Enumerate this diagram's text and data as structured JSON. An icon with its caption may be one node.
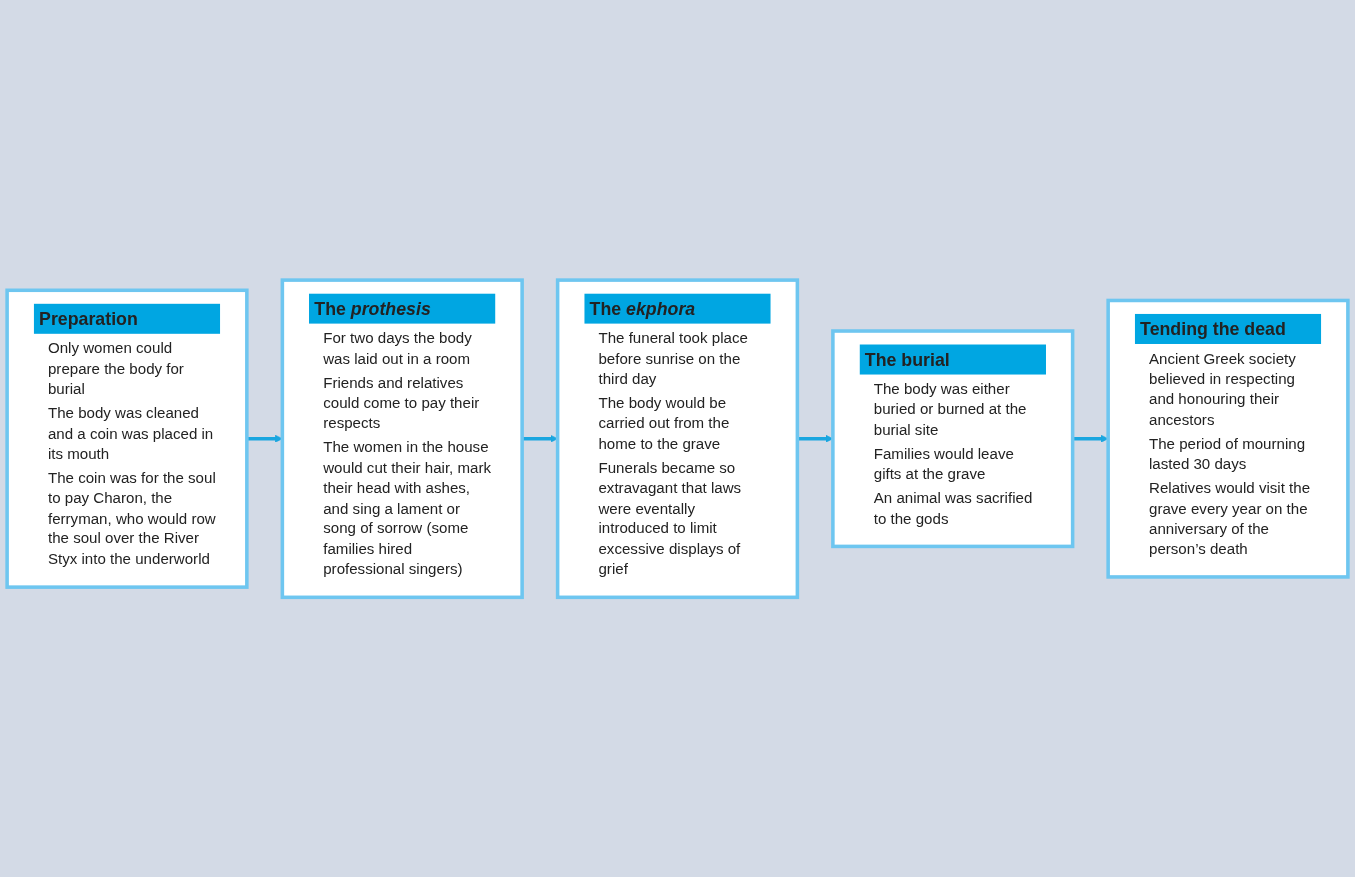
{
  "diagram": {
    "nodes": [
      {
        "text": [
          "Preparation",
          "Only women could prepare the body for burial",
          "The body was cleaned and a coin was placed in its mouth",
          "The coin was for the soul to pay Charon, the ferryman, who would row the soul over the River Styx into the underworld"
        ]
      },
      {
        "text": [
          "The *prothesis*",
          "For two days the body was laid out in a room",
          "Friends and relatives could come to pay their respects",
          "The women in the house would cut their hair, mark their head with ashes, and sing a lament or song of sorrow (some families hired professional singers)"
        ]
      },
      {
        "text": [
          "The *ekphora*",
          "The funeral took place before sunrise on the third day",
          "The body would be carried out from the home to the grave",
          "Funerals became so extravagant that laws were eventally introduced to limit excessive displays of grief"
        ]
      },
      {
        "text": [
          "The burial",
          "The body was either buried or burned at the burial site",
          "Families would leave gifts at the grave",
          "An animal was sacrified to the gods"
        ]
      },
      {
        "text": [
          "Tending the dead",
          "Ancient Greek society believed in respecting and honouring their ancestors",
          "The period of mourning lasted 30 days",
          "Relatives would visit the grave every year on the anniversary of the person’s death"
        ]
      }
    ],
    "edges": [
      {
        "from": 0,
        "to": 1,
        "arrow": "to"
      },
      {
        "from": 1,
        "to": 2,
        "arrow": "to"
      },
      {
        "from": 2,
        "to": 3,
        "arrow": "to"
      },
      {
        "from": 3,
        "to": 4,
        "arrow": "to"
      }
    ]
  }
}
